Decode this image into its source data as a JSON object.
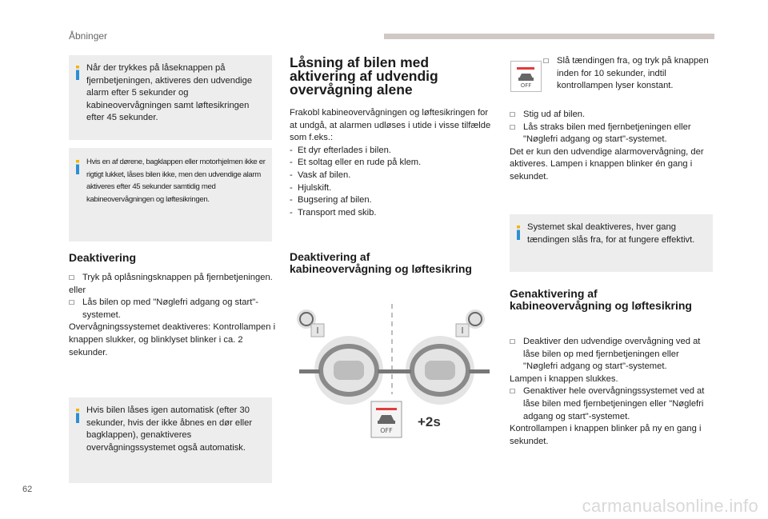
{
  "header": {
    "title": "Åbninger"
  },
  "page_number": "62",
  "watermark": "carmanualsonline.info",
  "col1": {
    "note1": "Når der trykkes på låseknappen på fjernbetjeningen, aktiveres den udvendige alarm efter 5 sekunder og kabineovervågningen samt løftesikringen efter 45 sekunder.",
    "note2": "Hvis en af dørene, bagklappen eller motorhjelmen ikke er rigtigt lukket, låses bilen ikke, men den udvendige alarm aktiveres efter 45 sekunder samtidig med kabineovervågningen og løftesikringen.",
    "heading": "Deaktivering",
    "item1": "Tryk på oplåsningsknappen på fjernbetjeningen.",
    "or": "eller",
    "item2": "Lås bilen op med \"Nøglefri adgang og start\"-systemet.",
    "para": "Overvågningssystemet deaktiveres: Kontrollampen i knappen slukker, og blinklyset blinker i ca. 2 sekunder.",
    "note3": "Hvis bilen låses igen automatisk (efter 30 sekunder, hvis der ikke åbnes en dør eller bagklappen), genaktiveres overvågningssystemet også automatisk."
  },
  "col2": {
    "heading": "Låsning af bilen med aktivering af udvendig overvågning alene",
    "intro": "Frakobl kabineovervågningen og løftesikringen for at undgå, at alarmen udløses i utide i visse tilfælde som f.eks.:",
    "list": [
      "Et dyr efterlades i bilen.",
      "Et soltag eller en rude på klem.",
      "Vask af bilen.",
      "Hjulskift.",
      "Bugsering af bilen.",
      "Transport med skib."
    ],
    "heading2": "Deaktivering af kabineovervågning og løftesikring",
    "illustration": {
      "button_label": "OFF",
      "duration": "+2s"
    }
  },
  "col3": {
    "icon_label": "OFF",
    "item1": "Slå tændingen fra, og tryk på knappen inden for 10 sekunder, indtil kontrollampen lyser konstant.",
    "item2": "Stig ud af bilen.",
    "item3": "Lås straks bilen med fjernbetjeningen eller \"Nøglefri adgang og start\"-systemet.",
    "para": "Det er kun den udvendige alarmovervågning, der aktiveres. Lampen i knappen blinker én gang i sekundet.",
    "note": "Systemet skal deaktiveres, hver gang tændingen slås fra, for at fungere effektivt.",
    "heading": "Genaktivering af kabineovervågning og løftesikring",
    "item4": "Deaktiver den udvendige overvågning ved at låse bilen op med fjernbetjeningen eller \"Nøglefri adgang og start\"-systemet.",
    "para2": "Lampen i knappen slukkes.",
    "item5": "Genaktiver hele overvågningssystemet ved at låse bilen med fjernbetjeningen eller \"Nøglefri adgang og start\"-systemet.",
    "para3": "Kontrollampen i knappen blinker på ny en gang i sekundet."
  }
}
